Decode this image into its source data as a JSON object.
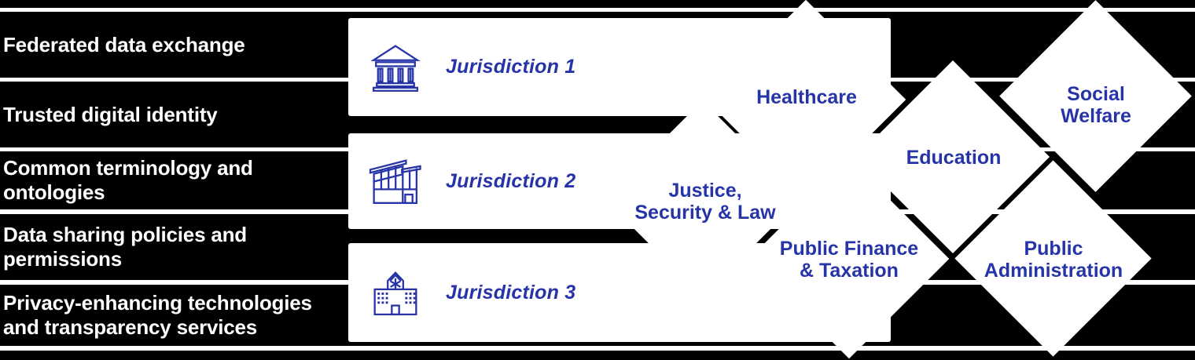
{
  "colors": {
    "accent": "#2634a7",
    "bar": "#000000",
    "bar_text": "#ffffff",
    "background": "#ffffff"
  },
  "capabilities": [
    {
      "lines": [
        "Federated data exchange"
      ]
    },
    {
      "lines": [
        "Trusted digital identity"
      ]
    },
    {
      "lines": [
        "Common terminology and",
        "ontologies"
      ]
    },
    {
      "lines": [
        "Data sharing policies and",
        "permissions"
      ]
    },
    {
      "lines": [
        "Privacy-enhancing technologies",
        "and transparency services"
      ]
    }
  ],
  "jurisdictions": [
    {
      "label": "Jurisdiction 1",
      "icon": "bank-building-icon"
    },
    {
      "label": "Jurisdiction 2",
      "icon": "modern-building-icon"
    },
    {
      "label": "Jurisdiction 3",
      "icon": "hospital-building-icon"
    }
  ],
  "domains": [
    {
      "lines": [
        "Healthcare"
      ]
    },
    {
      "lines": [
        "Social",
        "Welfare"
      ]
    },
    {
      "lines": [
        "Education"
      ]
    },
    {
      "lines": [
        "Justice,",
        "Security & Law"
      ]
    },
    {
      "lines": [
        "Public Finance",
        "& Taxation"
      ]
    },
    {
      "lines": [
        "Public",
        "Administration"
      ]
    }
  ]
}
